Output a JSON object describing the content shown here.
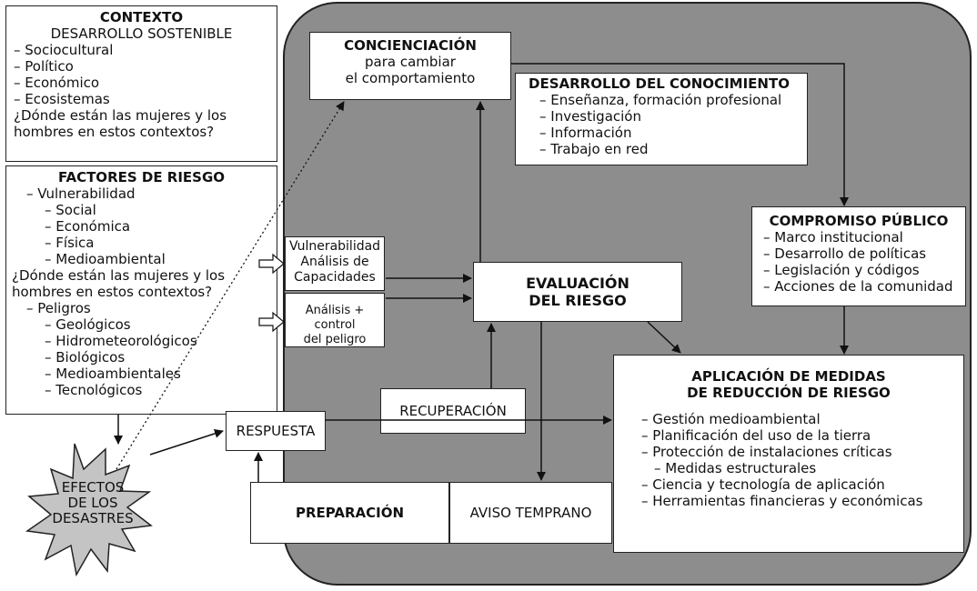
{
  "contexto": {
    "title": "CONTEXTO",
    "subtitle": "DESARROLLO SOSTENIBLE",
    "items": [
      "– Sociocultural",
      "– Político",
      "– Económico",
      "– Ecosistemas"
    ],
    "question": [
      "¿Dónde están las mujeres y los",
      "hombres en estos contextos?"
    ]
  },
  "factores": {
    "title": "FACTORES DE RIESGO",
    "vulnerabilidad": "– Vulnerabilidad",
    "vuln_items": [
      "– Social",
      "– Económica",
      "– Física",
      "– Medioambiental"
    ],
    "question": [
      "¿Dónde están las mujeres y los",
      "hombres en estos contextos?"
    ],
    "peligros": "– Peligros",
    "peligro_items": [
      "– Geológicos",
      "– Hidrometeorológicos",
      "– Biológicos",
      "– Medioambientales",
      "– Tecnológicos"
    ]
  },
  "concienciacion": {
    "title": "CONCIENCIACIÓN",
    "lines": [
      "para cambiar",
      "el comportamiento"
    ]
  },
  "conocimiento": {
    "title": "DESARROLLO DEL CONOCIMIENTO",
    "items": [
      "– Enseñanza, formación profesional",
      "– Investigación",
      "– Información",
      "– Trabajo en red"
    ]
  },
  "compromiso": {
    "title": "COMPROMISO PÚBLICO",
    "items": [
      "– Marco institucional",
      "– Desarrollo de políticas",
      "– Legislación y códigos",
      "– Acciones de la comunidad"
    ]
  },
  "vulnerabilidad_box": {
    "lines": [
      "Vulnerabilidad",
      "Análisis de",
      "Capacidades"
    ]
  },
  "analisis_box": {
    "lines": [
      "Análisis + control",
      "del peligro"
    ]
  },
  "evaluacion": {
    "lines": [
      "EVALUACIÓN",
      "DEL RIESGO"
    ]
  },
  "recuperacion": "RECUPERACIÓN",
  "respuesta": "RESPUESTA",
  "preparacion": "PREPARACIÓN",
  "aviso": "AVISO TEMPRANO",
  "aplicacion": {
    "title": [
      "APLICACIÓN DE MEDIDAS",
      "DE REDUCCIÓN DE RIESGO"
    ],
    "items": [
      "– Gestión medioambiental",
      "– Planificación del uso de la tierra",
      "– Protección de instalaciones críticas",
      "   – Medidas estructurales",
      "– Ciencia y tecnología de aplicación",
      "– Herramientas financieras y económicas"
    ]
  },
  "efectos": {
    "lines": [
      "EFECTOS",
      "DE LOS",
      "DESASTRES"
    ]
  }
}
